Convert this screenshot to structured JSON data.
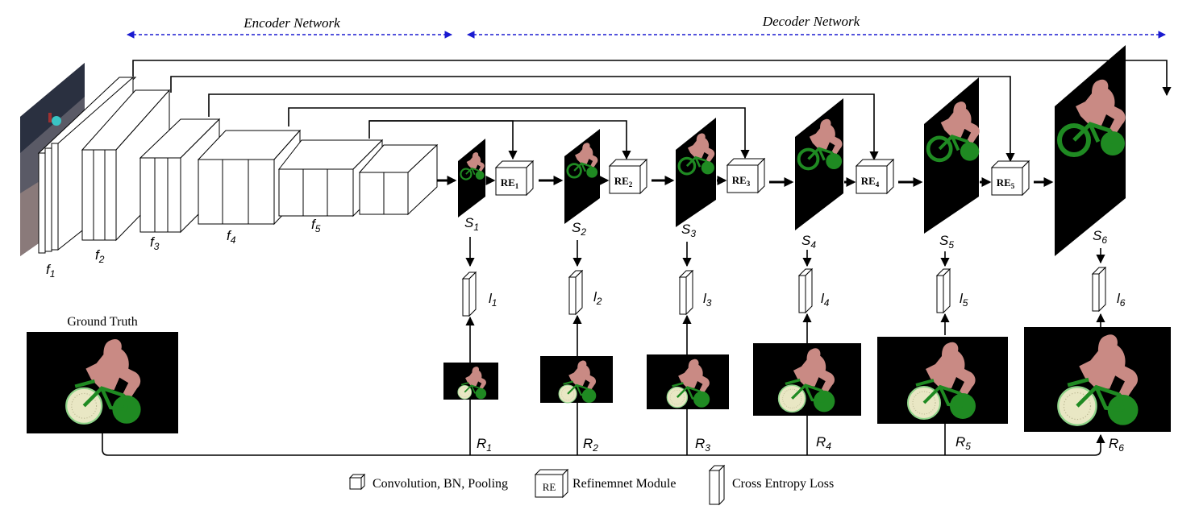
{
  "encoder_label": "Encoder Network",
  "decoder_label": "Decoder Network",
  "ground_truth_label": "Ground Truth",
  "encoder_features": [
    {
      "name": "f",
      "sub": "1"
    },
    {
      "name": "f",
      "sub": "2"
    },
    {
      "name": "f",
      "sub": "3"
    },
    {
      "name": "f",
      "sub": "4"
    },
    {
      "name": "f",
      "sub": "5"
    }
  ],
  "outputs": [
    {
      "s": "S",
      "sub": "1",
      "l": "l",
      "r": "R"
    },
    {
      "s": "S",
      "sub": "2",
      "l": "l",
      "r": "R"
    },
    {
      "s": "S",
      "sub": "3",
      "l": "l",
      "r": "R"
    },
    {
      "s": "S",
      "sub": "4",
      "l": "l",
      "r": "R"
    },
    {
      "s": "S",
      "sub": "5",
      "l": "l",
      "r": "R"
    },
    {
      "s": "S",
      "sub": "6",
      "l": "l",
      "r": "R"
    }
  ],
  "refine_modules": [
    {
      "label": "RE",
      "sub": "1"
    },
    {
      "label": "RE",
      "sub": "2"
    },
    {
      "label": "RE",
      "sub": "3"
    },
    {
      "label": "RE",
      "sub": "4"
    },
    {
      "label": "RE",
      "sub": "5"
    }
  ],
  "legend": {
    "conv": "Convolution, BN, Pooling",
    "re_icon": "RE",
    "refine": "Refinemnet Module",
    "loss": "Cross Entropy Loss"
  },
  "colors": {
    "arrow_blue": "#1a1ad0",
    "segment_pink": "#c98a84",
    "segment_green": "#1f8a22",
    "segment_bg": "#000000",
    "outline_cream": "#e9e7c4"
  }
}
